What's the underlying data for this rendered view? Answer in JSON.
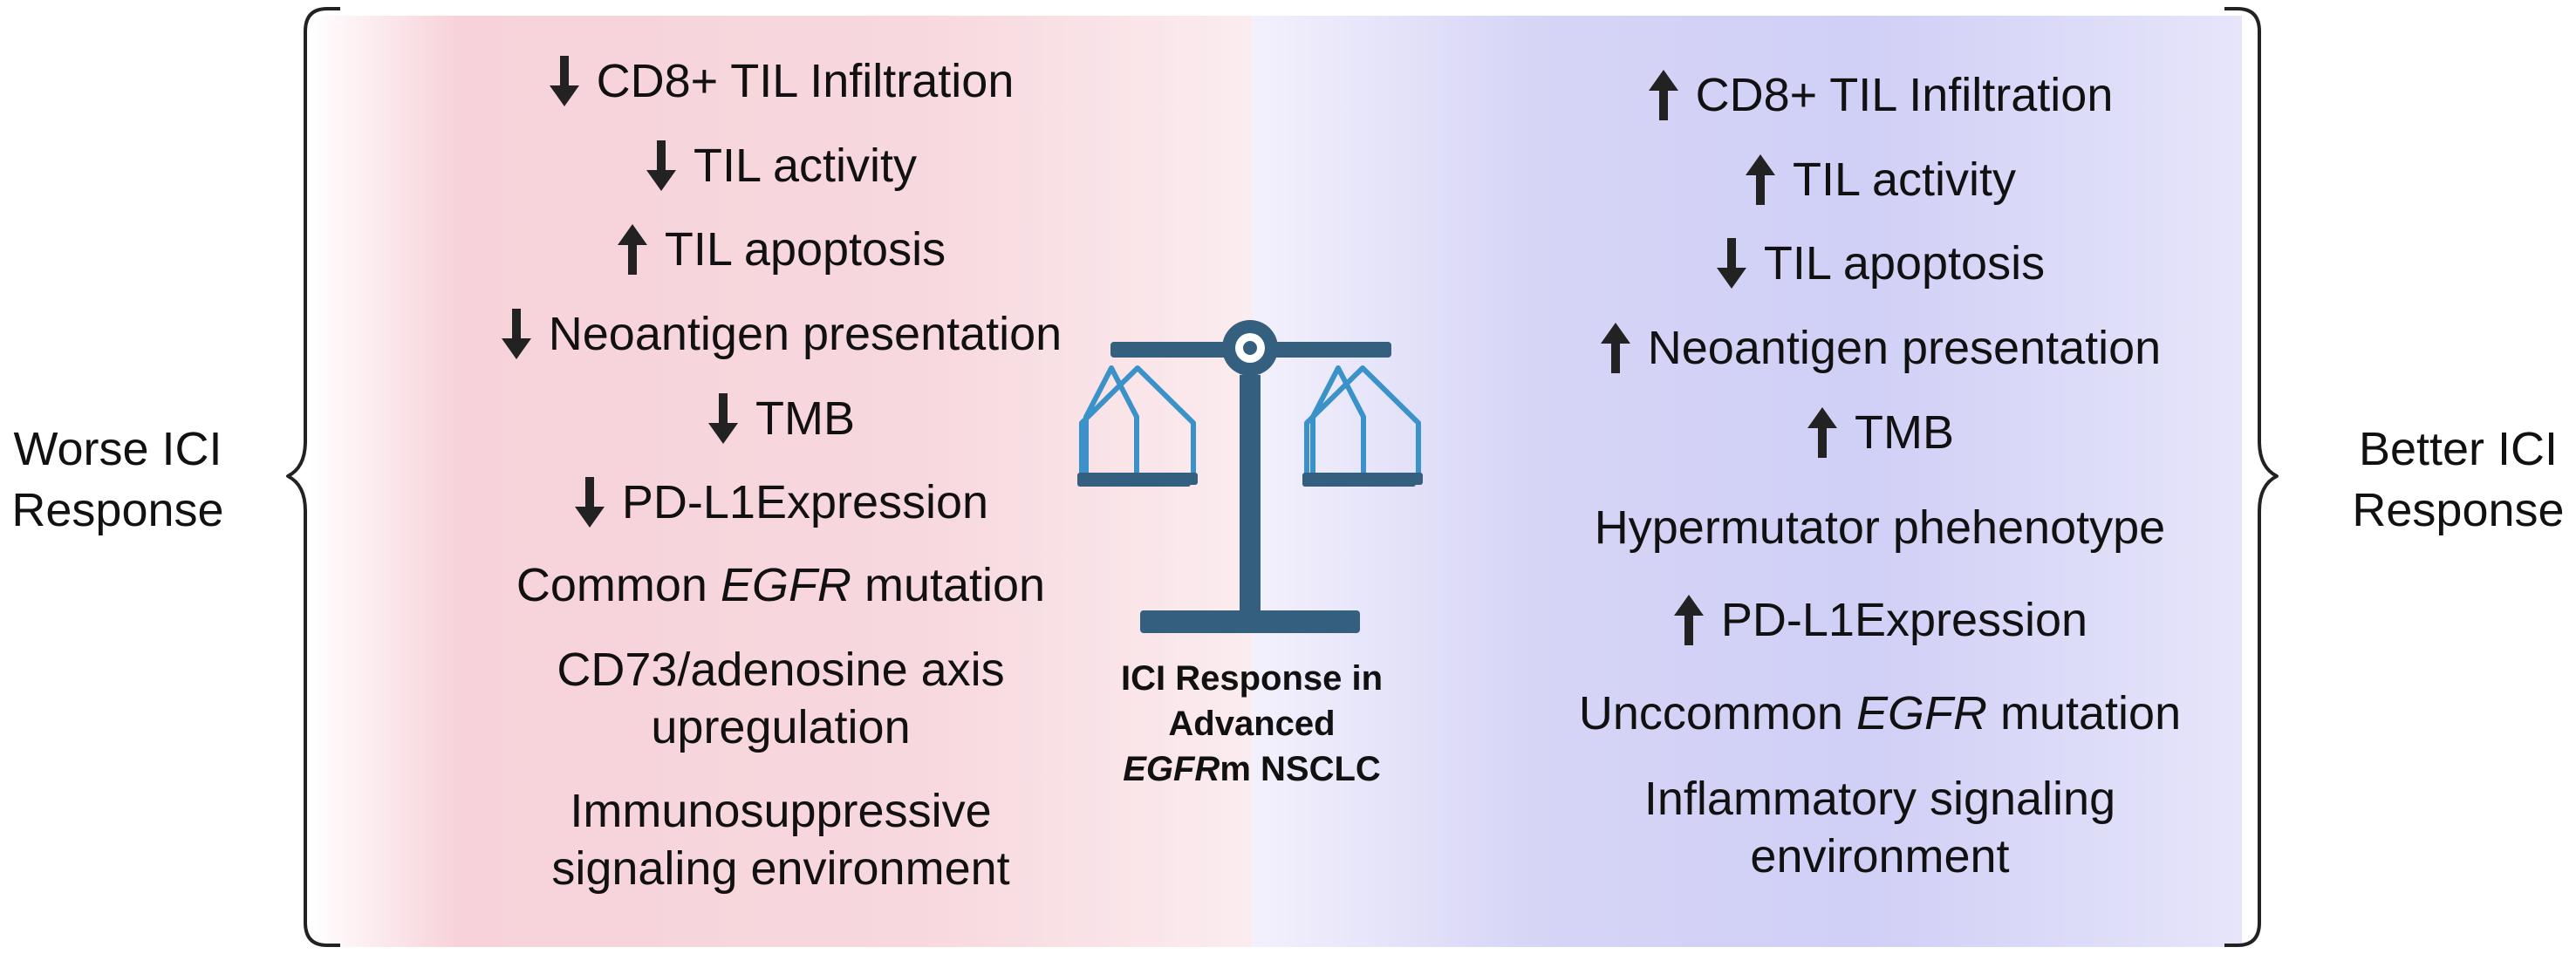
{
  "side_labels": {
    "left": "Worse ICI Response",
    "right": "Better ICI Response"
  },
  "center": {
    "line1": "ICI Response in",
    "line2": "Advanced",
    "line3_italic": "EGFR",
    "line3_rest": "m NSCLC",
    "icon": "balance-scale-icon"
  },
  "colors": {
    "left_panel": "#f7d2da",
    "right_panel": "#d0cff6",
    "scale_body": "#355f7e",
    "scale_pans": "#3a92c8",
    "text": "#111111"
  },
  "left_items": [
    {
      "arrow": "down",
      "text": "CD8+ TIL Infiltration"
    },
    {
      "arrow": "down",
      "text": "TIL activity"
    },
    {
      "arrow": "up",
      "text": "TIL apoptosis"
    },
    {
      "arrow": "down",
      "text": "Neoantigen presentation"
    },
    {
      "arrow": "down",
      "text": "TMB"
    },
    {
      "arrow": "down",
      "text": "PD-L1Expression"
    },
    {
      "pre": "Common ",
      "italic": "EGFR",
      "post": " mutation"
    },
    {
      "line1": "CD73/adenosine axis",
      "line2": "upregulation"
    },
    {
      "line1": "Immunosuppressive",
      "line2": "signaling environment"
    }
  ],
  "right_items": [
    {
      "arrow": "up",
      "text": "CD8+ TIL Infiltration"
    },
    {
      "arrow": "up",
      "text": "TIL activity"
    },
    {
      "arrow": "down",
      "text": "TIL apoptosis"
    },
    {
      "arrow": "up",
      "text": "Neoantigen presentation"
    },
    {
      "arrow": "up",
      "text": "TMB"
    },
    {
      "text": "Hypermutator phehenotype"
    },
    {
      "arrow": "up",
      "text": "PD-L1Expression"
    },
    {
      "pre": "Unccommon ",
      "italic": "EGFR",
      "post": " mutation"
    },
    {
      "line1": "Inflammatory signaling",
      "line2": "environment"
    }
  ]
}
